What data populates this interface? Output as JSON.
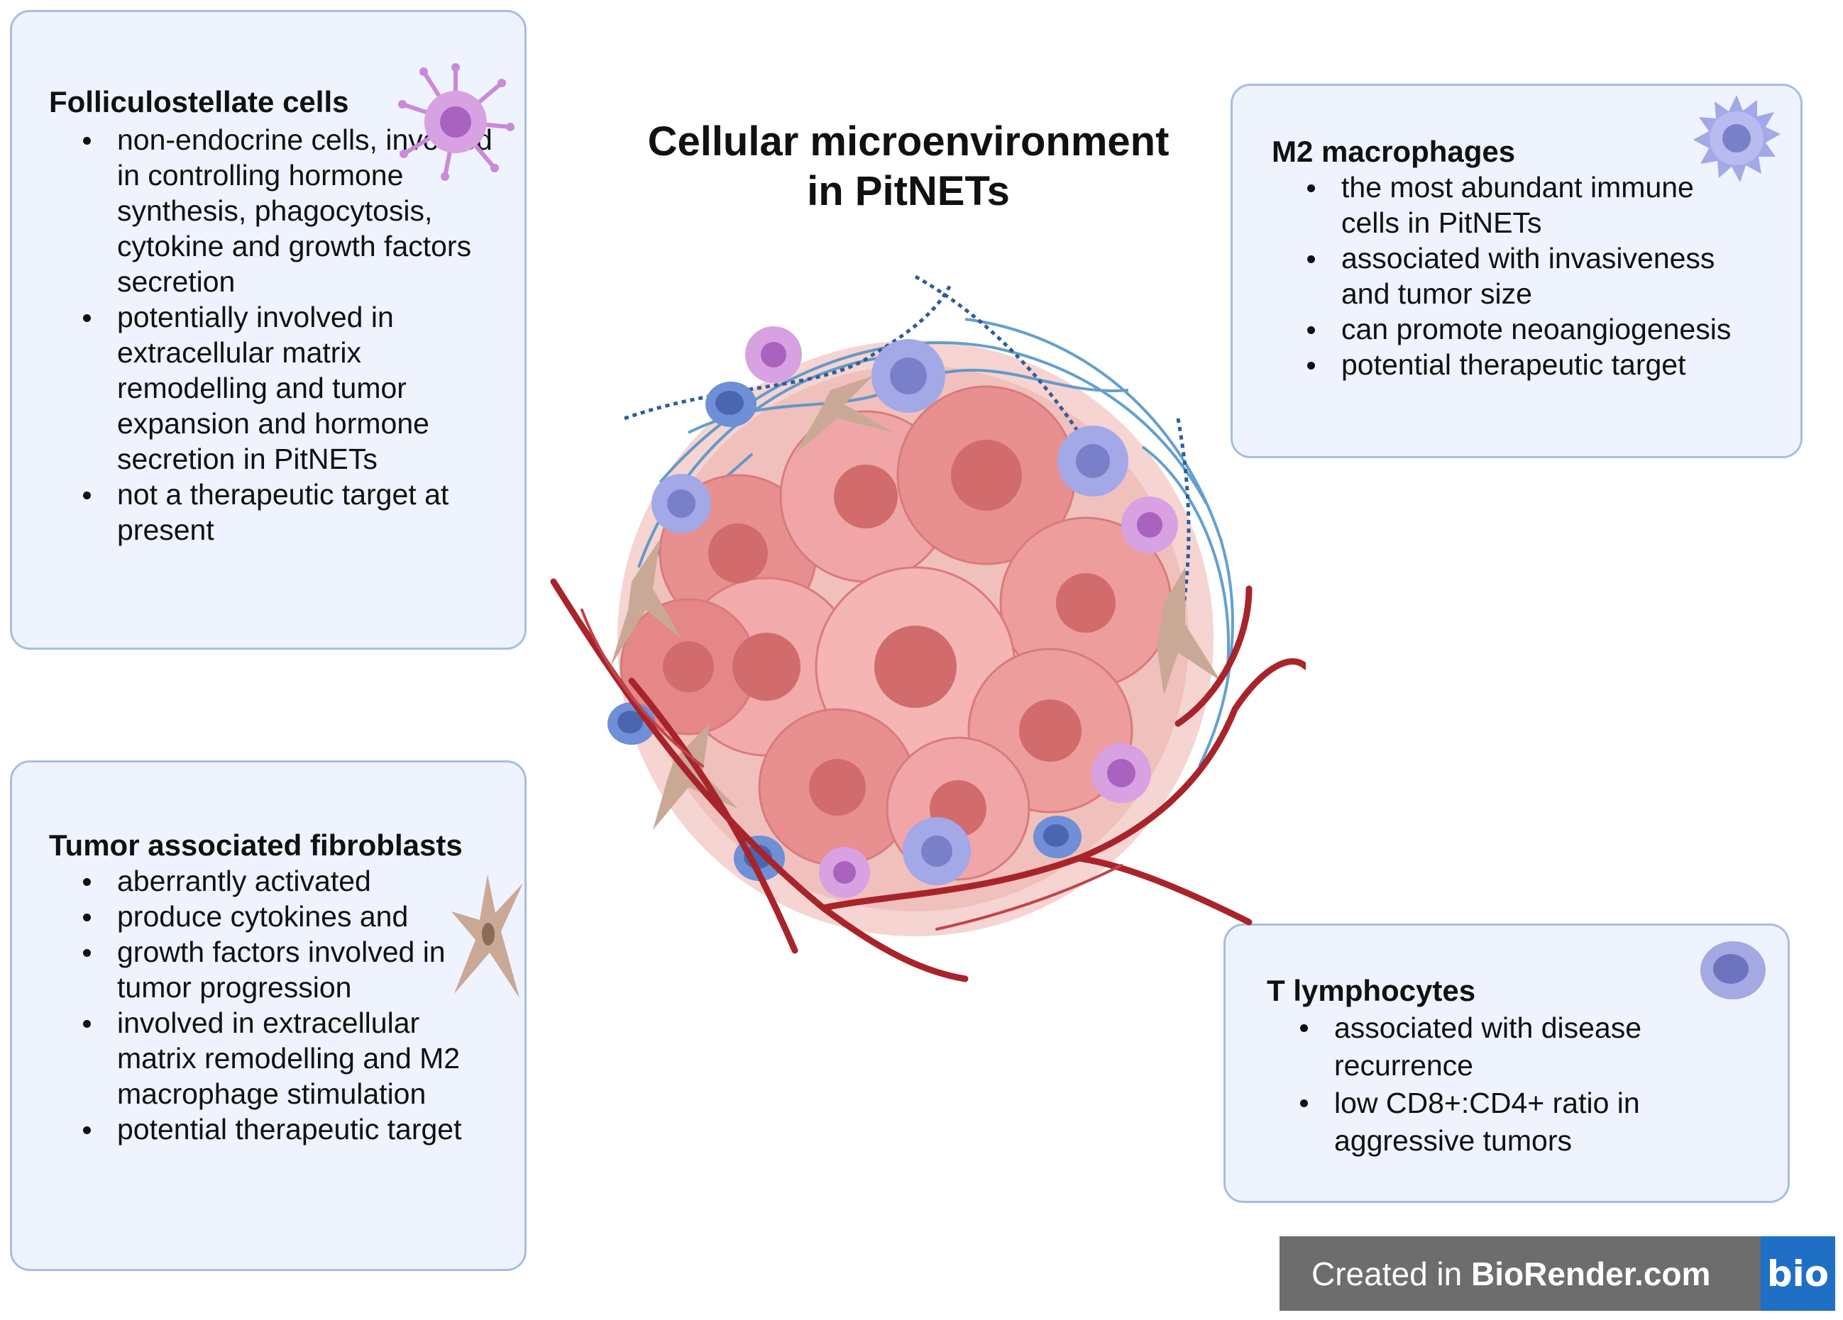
{
  "title": {
    "line1": "Cellular microenvironment",
    "line2": "in PitNETs"
  },
  "panels": {
    "folliculostellate": {
      "title": "Folliculostellate cells",
      "icon": "folliculostellate-cell-icon",
      "bullets": [
        "non-endocrine cells, involved in controlling hormone synthesis, phagocytosis, cytokine and growth factors secretion",
        "potentially involved in extracellular matrix remodelling and tumor expansion and hormone secretion in PitNETs",
        "not a therapeutic target at present"
      ]
    },
    "m2_macrophages": {
      "title": "M2 macrophages",
      "icon": "m2-macrophage-icon",
      "bullets": [
        "the most abundant immune cells in PitNETs",
        "associated with invasiveness and tumor size",
        "can promote neoangiogenesis",
        "potential therapeutic target"
      ]
    },
    "fibroblasts": {
      "title": "Tumor associated fibroblasts",
      "icon": "fibroblast-icon",
      "bullets": [
        "aberrantly activated",
        "produce cytokines and",
        " growth factors involved in tumor progression",
        "involved in extracellular matrix remodelling and M2 macrophage stimulation",
        "potential therapeutic target"
      ]
    },
    "t_lymphocytes": {
      "title": "T lymphocytes",
      "icon": "t-lymphocyte-icon",
      "bullets": [
        "associated with disease recurrence",
        "low CD8+:CD4+ ratio in aggressive tumors"
      ]
    }
  },
  "credit": {
    "prefix": "Created in ",
    "brand": "BioRender.com",
    "logo": "bio"
  },
  "colors": {
    "panel_fill": "#eef3fd",
    "panel_border": "#a9bde0",
    "tumor_cell": "#e98a8a",
    "macrophage": "#9a9fe0",
    "folliculostellate": "#c98ad8",
    "fibroblast": "#c9a896",
    "vessel": "#a8242a",
    "matrix": "#4a90c6",
    "credit_bar": "#6d6d6d",
    "credit_logo": "#1f6fc5"
  }
}
